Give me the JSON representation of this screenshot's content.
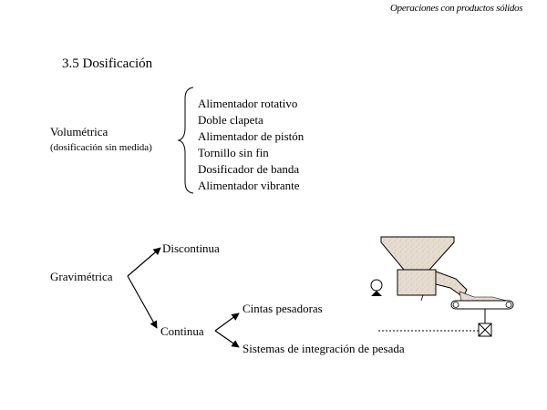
{
  "header": {
    "title": "Operaciones con productos sólidos"
  },
  "section": {
    "title": "3.5 Dosificación"
  },
  "volumetric": {
    "title": "Volumétrica",
    "subtitle": "(dosificación sin medida)",
    "items": [
      "Alimentador rotativo",
      "Doble clapeta",
      "Alimentador de pistón",
      "Tornillo sin fin",
      "Dosificador de banda",
      "Alimentador vibrante"
    ]
  },
  "gravimetric": {
    "title": "Gravimétrica",
    "discontinuous": "Discontinua",
    "continuous": "Continua",
    "continuous_types": [
      "Cintas pesadoras",
      "Sistemas de integración de pesada"
    ]
  }
}
